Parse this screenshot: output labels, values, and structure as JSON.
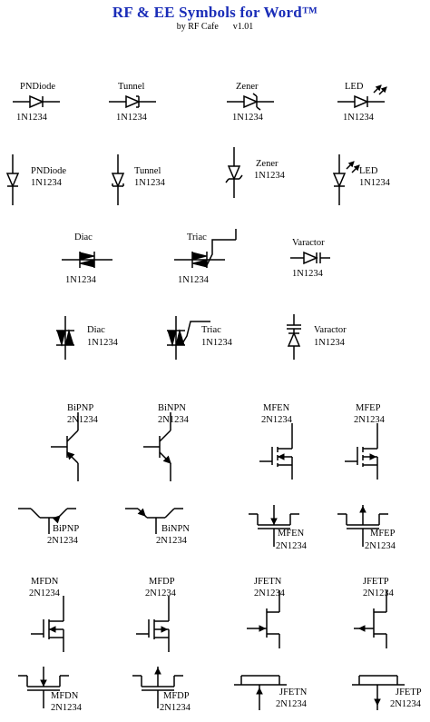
{
  "header": {
    "title": "RF & EE Symbols for Word™",
    "byline": "by RF Cafe",
    "version": "v1.01"
  },
  "symbols": [
    {
      "name": "PNDiode",
      "part": "1N1234",
      "kind": "diode",
      "orient": "h"
    },
    {
      "name": "Tunnel",
      "part": "1N1234",
      "kind": "tunnel",
      "orient": "h"
    },
    {
      "name": "Zener",
      "part": "1N1234",
      "kind": "zener",
      "orient": "h"
    },
    {
      "name": "LED",
      "part": "1N1234",
      "kind": "led",
      "orient": "h"
    },
    {
      "name": "PNDiode",
      "part": "1N1234",
      "kind": "diode",
      "orient": "v"
    },
    {
      "name": "Tunnel",
      "part": "1N1234",
      "kind": "tunnel",
      "orient": "v"
    },
    {
      "name": "Zener",
      "part": "1N1234",
      "kind": "zener",
      "orient": "v"
    },
    {
      "name": "LED",
      "part": "1N1234",
      "kind": "led",
      "orient": "v"
    },
    {
      "name": "Diac",
      "part": "1N1234",
      "kind": "diac",
      "orient": "h"
    },
    {
      "name": "Triac",
      "part": "1N1234",
      "kind": "triac",
      "orient": "h"
    },
    {
      "name": "Varactor",
      "part": "1N1234",
      "kind": "varactor",
      "orient": "h"
    },
    {
      "name": "Diac",
      "part": "1N1234",
      "kind": "diac",
      "orient": "v"
    },
    {
      "name": "Triac",
      "part": "1N1234",
      "kind": "triac",
      "orient": "v"
    },
    {
      "name": "Varactor",
      "part": "1N1234",
      "kind": "varactor",
      "orient": "v"
    },
    {
      "name": "BiPNP",
      "part": "2N1234",
      "kind": "bjt-pnp"
    },
    {
      "name": "BiNPN",
      "part": "2N1234",
      "kind": "bjt-npn"
    },
    {
      "name": "MFEN",
      "part": "2N1234",
      "kind": "mfe-n"
    },
    {
      "name": "MFEP",
      "part": "2N1234",
      "kind": "mfe-p"
    },
    {
      "name": "BiPNP",
      "part": "2N1234",
      "kind": "bjt-pnp-h"
    },
    {
      "name": "BiNPN",
      "part": "2N1234",
      "kind": "bjt-npn-h"
    },
    {
      "name": "MFEN",
      "part": "2N1234",
      "kind": "mfe-n-h"
    },
    {
      "name": "MFEP",
      "part": "2N1234",
      "kind": "mfe-p-h"
    },
    {
      "name": "MFDN",
      "part": "2N1234",
      "kind": "mfd-n"
    },
    {
      "name": "MFDP",
      "part": "2N1234",
      "kind": "mfd-p"
    },
    {
      "name": "JFETN",
      "part": "2N1234",
      "kind": "jfet-n"
    },
    {
      "name": "JFETP",
      "part": "2N1234",
      "kind": "jfet-p"
    },
    {
      "name": "MFDN",
      "part": "2N1234",
      "kind": "mfd-n-h"
    },
    {
      "name": "MFDP",
      "part": "2N1234",
      "kind": "mfd-p-h"
    },
    {
      "name": "JFETN",
      "part": "2N1234",
      "kind": "jfet-n-h"
    },
    {
      "name": "JFETP",
      "part": "2N1234",
      "kind": "jfet-p-h"
    }
  ]
}
